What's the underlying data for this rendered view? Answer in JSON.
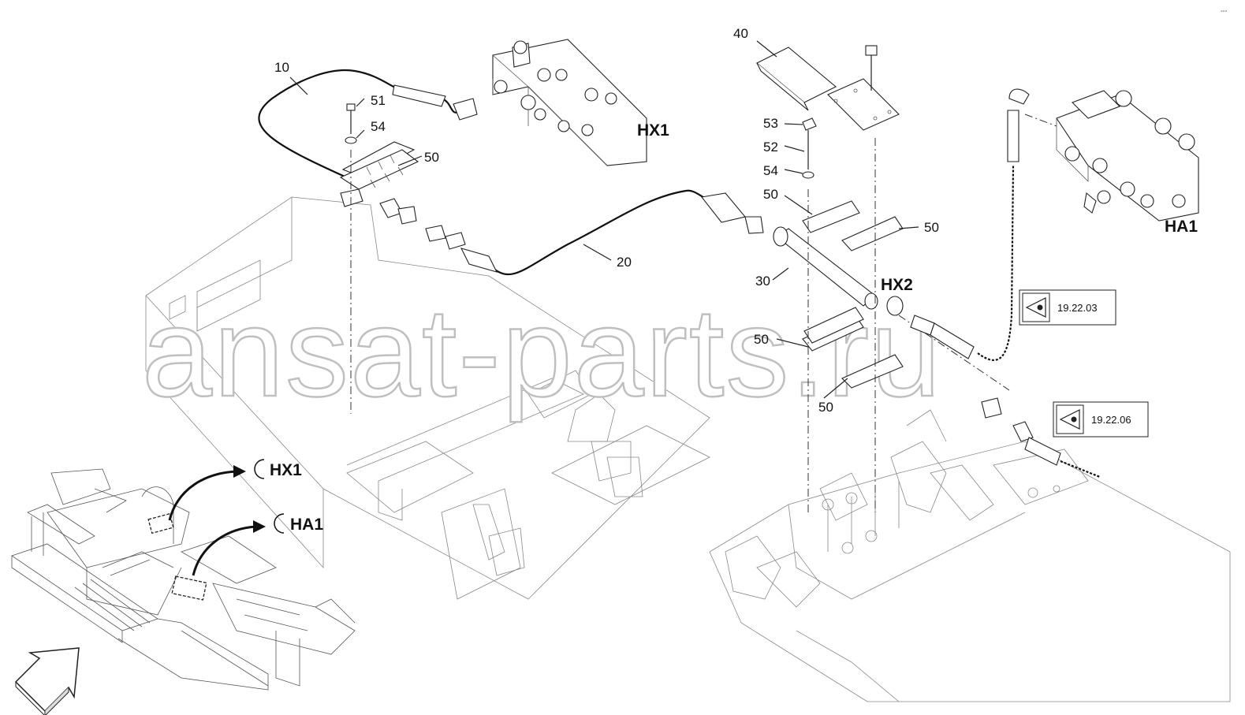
{
  "callouts": {
    "c10": "10",
    "c20": "20",
    "c30": "30",
    "c40": "40",
    "c51": "51",
    "c52": "52",
    "c53": "53",
    "c54a": "54",
    "c54b": "54",
    "c50a": "50",
    "c50b": "50",
    "c50c": "50",
    "c50d": "50",
    "c50e": "50"
  },
  "labels": {
    "hx1": "HX1",
    "hx2": "HX2",
    "ha1": "HA1",
    "inset_hx1": "HX1",
    "inset_ha1": "HA1"
  },
  "references": {
    "ref1": "19.22.03",
    "ref2": "19.22.06"
  },
  "icons": {
    "view_reference": "eye-icon",
    "direction": "arrow-icon"
  },
  "watermark": "ansat-parts.ru"
}
